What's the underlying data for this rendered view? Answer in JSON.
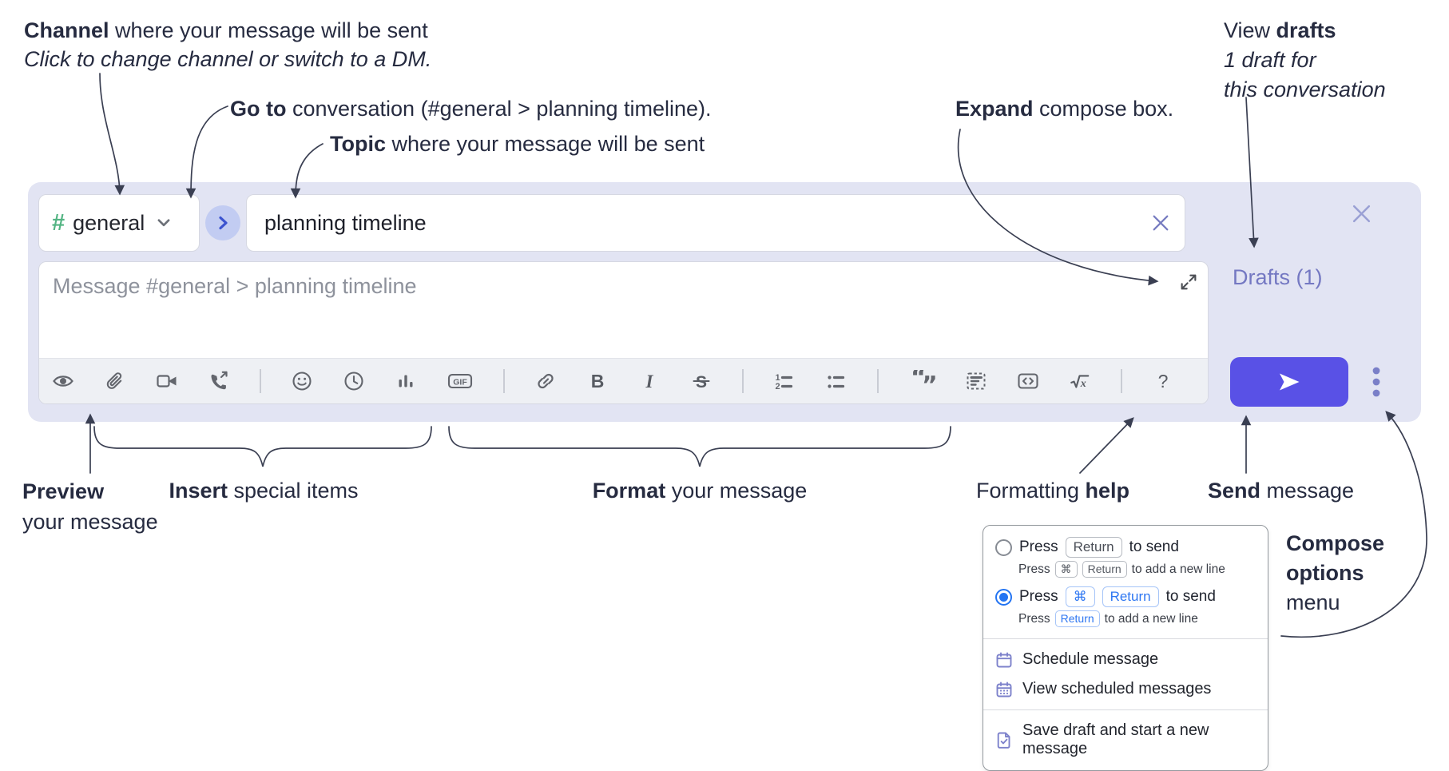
{
  "annotations": {
    "channel": {
      "bold": "Channel",
      "rest": " where your message will be sent",
      "line2": "Click to change channel or switch to a DM."
    },
    "goto": {
      "bold": "Go to",
      "rest": " conversation (#general > planning timeline)."
    },
    "topic": {
      "bold": "Topic",
      "rest": " where your message will be sent"
    },
    "expand": {
      "bold": "Expand",
      "rest": " compose box."
    },
    "view_drafts": {
      "pre": "View ",
      "bold": "drafts",
      "line2": "1 draft for",
      "line3": "this conversation"
    },
    "preview": {
      "bold": "Preview",
      "line2": "your message"
    },
    "insert": {
      "bold": "Insert",
      "rest": " special items"
    },
    "format": {
      "bold": "Format",
      "rest": " your message"
    },
    "formatting_help": {
      "pre": "Formatting ",
      "bold": "help"
    },
    "send": {
      "bold": "Send",
      "rest": " message"
    },
    "compose_options": {
      "line1": "Compose",
      "line2": "options",
      "line3": "menu"
    }
  },
  "composer": {
    "channel_hash": "#",
    "channel_name": "general",
    "topic_value": "planning timeline",
    "message_placeholder": "Message #general > planning timeline",
    "drafts_label": "Drafts (1)",
    "toolbar": {
      "gif": "GIF",
      "bold": "B",
      "italic": "I",
      "strike": "S",
      "ol1": "1",
      "ol2": "2",
      "quote_open": "“",
      "quote_close": "”",
      "formula_x": "x",
      "help": "?"
    }
  },
  "menu": {
    "option1": {
      "press": "Press",
      "key1": "Return",
      "suffix": "to send",
      "sub_press": "Press",
      "sub_key1": "⌘",
      "sub_key2": "Return",
      "sub_suffix": "to add a new line"
    },
    "option2": {
      "press": "Press",
      "key1": "⌘",
      "key2": "Return",
      "suffix": "to send",
      "sub_press": "Press",
      "sub_key1": "Return",
      "sub_suffix": "to add a new line"
    },
    "item1": "Schedule message",
    "item2": "View scheduled messages",
    "item3": "Save draft and start a new message"
  },
  "colors": {
    "send_accent": "#5951e6",
    "panel_lavender": "#e2e4f3",
    "purple_link": "#7478c2",
    "channel_green": "#53b483",
    "key_blue": "#2e77f2",
    "ink": "#262b40"
  }
}
